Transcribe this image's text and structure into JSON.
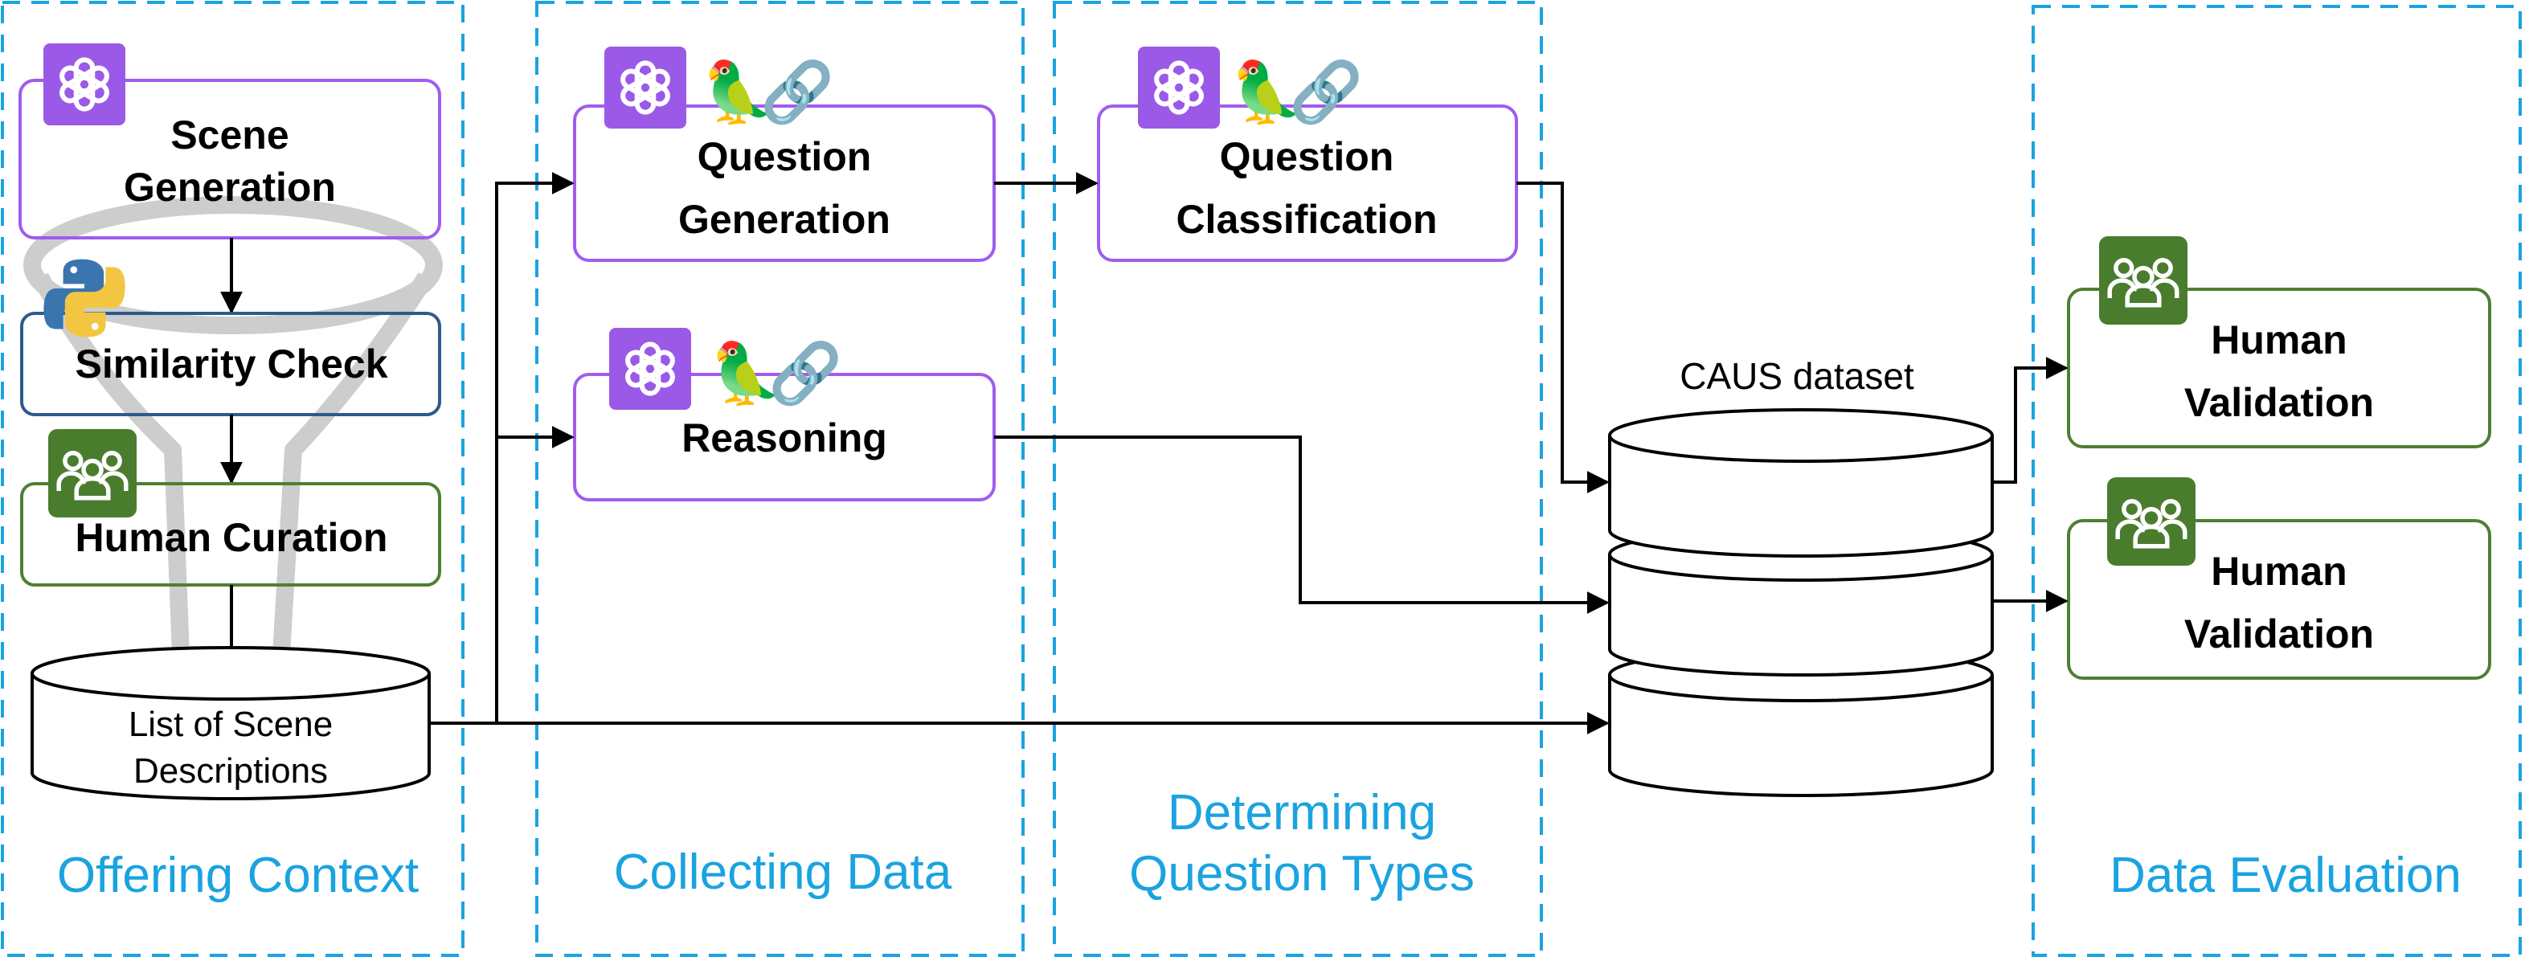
{
  "sections": {
    "offering_context": "Offering Context",
    "collecting_data": "Collecting Data",
    "determining_line1": "Determining",
    "determining_line2": "Question Types",
    "data_evaluation": "Data Evaluation"
  },
  "nodes": {
    "scene_generation_line1": "Scene",
    "scene_generation_line2": "Generation",
    "similarity_check": "Similarity Check",
    "human_curation": "Human Curation",
    "scene_list_line1": "List of Scene",
    "scene_list_line2": "Descriptions",
    "question_generation_line1": "Question",
    "question_generation_line2": "Generation",
    "reasoning": "Reasoning",
    "question_classification_line1": "Question",
    "question_classification_line2": "Classification",
    "dataset_label": "CAUS dataset",
    "human_validation_1_line1": "Human",
    "human_validation_1_line2": "Validation",
    "human_validation_2_line1": "Human",
    "human_validation_2_line2": "Validation"
  },
  "icons": {
    "parrot": "🦜",
    "link": "🔗",
    "openai": "openai-icon",
    "python": "python-icon",
    "people": "people-icon"
  },
  "colors": {
    "section_border": "#1aa3e0",
    "section_text": "#1aa3e0",
    "purple": "#a05cf0",
    "purple_icon_bg": "#9b59e8",
    "blue_box": "#2e5a8c",
    "green": "#4f7f32",
    "green_icon_bg": "#4a7c2e"
  }
}
